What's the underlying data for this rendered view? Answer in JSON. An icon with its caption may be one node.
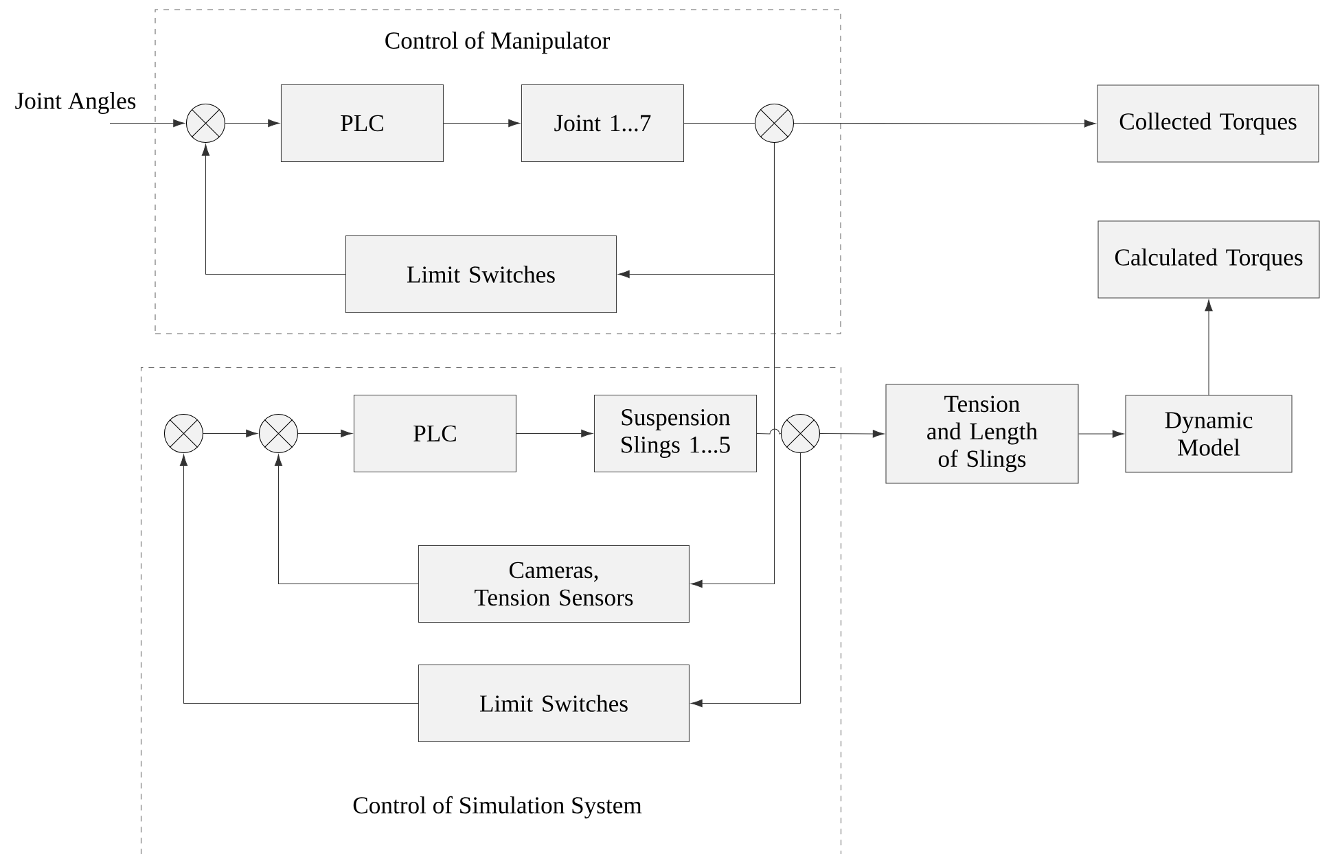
{
  "diagram": {
    "nodes": [
      {
        "text": [
          "Joint Angles"
        ]
      },
      {
        "text": [
          "Control of Manipulator"
        ]
      },
      {
        "text": [],
        "shape": "circle",
        "in": 1
      },
      {
        "text": [
          "PLC"
        ],
        "in": 1
      },
      {
        "text": [
          "Joint 1...7"
        ],
        "in": 1
      },
      {
        "text": [],
        "shape": "circle",
        "in": 1
      },
      {
        "text": [
          "Limit Switches"
        ],
        "in": 1
      },
      {
        "text": [
          "Collected Torques"
        ]
      },
      {
        "text": [
          "Calculated Torques"
        ]
      },
      {
        "text": [
          "Control of Simulation System"
        ]
      },
      {
        "text": [],
        "shape": "circle",
        "in": 9
      },
      {
        "text": [],
        "shape": "circle",
        "in": 9
      },
      {
        "text": [
          "PLC"
        ],
        "in": 9
      },
      {
        "text": [
          "Suspension Slings 1...5"
        ],
        "in": 9
      },
      {
        "text": [],
        "shape": "circle",
        "in": 9
      },
      {
        "text": [
          "Cameras, Tension Sensors"
        ],
        "in": 9
      },
      {
        "text": [
          "Limit Switches"
        ],
        "in": 9
      },
      {
        "text": [
          "Tension and Length of Slings"
        ]
      },
      {
        "text": [
          "Dynamic Model"
        ]
      }
    ],
    "edges": [
      {
        "from": 0,
        "to": 2,
        "arrow": "to"
      },
      {
        "from": 2,
        "to": 3,
        "arrow": "to"
      },
      {
        "from": 3,
        "to": 4,
        "arrow": "to"
      },
      {
        "from": 4,
        "to": 5,
        "arrow": "none"
      },
      {
        "from": 5,
        "to": 7,
        "arrow": "to"
      },
      {
        "from": 5,
        "to": 6,
        "arrow": "to"
      },
      {
        "from": 6,
        "to": 2,
        "arrow": "to"
      },
      {
        "from": 5,
        "to": 15,
        "arrow": "to"
      },
      {
        "from": 10,
        "to": 11,
        "arrow": "to"
      },
      {
        "from": 11,
        "to": 12,
        "arrow": "to"
      },
      {
        "from": 12,
        "to": 13,
        "arrow": "to"
      },
      {
        "from": 13,
        "to": 14,
        "arrow": "none"
      },
      {
        "from": 14,
        "to": 17,
        "arrow": "to"
      },
      {
        "from": 17,
        "to": 18,
        "arrow": "to"
      },
      {
        "from": 18,
        "to": 8,
        "arrow": "to"
      },
      {
        "from": 14,
        "to": 16,
        "arrow": "to"
      },
      {
        "from": 15,
        "to": 11,
        "arrow": "to"
      },
      {
        "from": 16,
        "to": 10,
        "arrow": "to"
      }
    ]
  }
}
